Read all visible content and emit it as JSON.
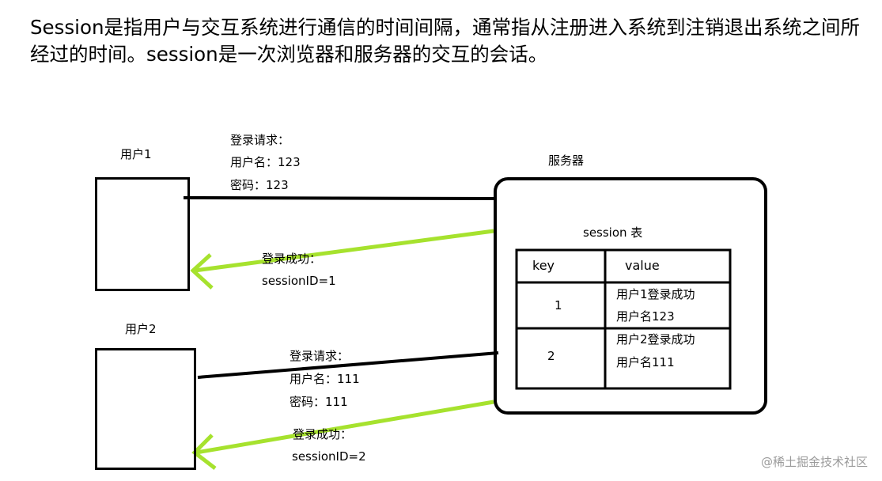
{
  "intro": {
    "text": "Session是指用户与交互系统进行通信的时间间隔，通常指从注册进入系统到注销退出系统之间所经过的时间。session是一次浏览器和服务器的交互的会话。"
  },
  "user1": {
    "label": "用户1",
    "request": [
      "登录请求：",
      "用户名：123",
      "密码：123"
    ],
    "response": [
      "登录成功：",
      "sessionID=1"
    ]
  },
  "user2": {
    "label": "用户2",
    "request": [
      "登录请求：",
      "用户名：111",
      "密码：111"
    ],
    "response": [
      "登录成功：",
      "sessionID=2"
    ]
  },
  "server": {
    "label": "服务器",
    "table_title": "session 表",
    "table": {
      "headers": [
        "key",
        "value"
      ],
      "rows": [
        {
          "key": "1",
          "value": [
            "用户1登录成功",
            "用户名123"
          ]
        },
        {
          "key": "2",
          "value": [
            "用户2登录成功",
            "用户名111"
          ]
        }
      ]
    }
  },
  "colors": {
    "request_arrow": "#000000",
    "response_arrow": "#a6e22e"
  },
  "watermark": "@稀土掘金技术社区"
}
